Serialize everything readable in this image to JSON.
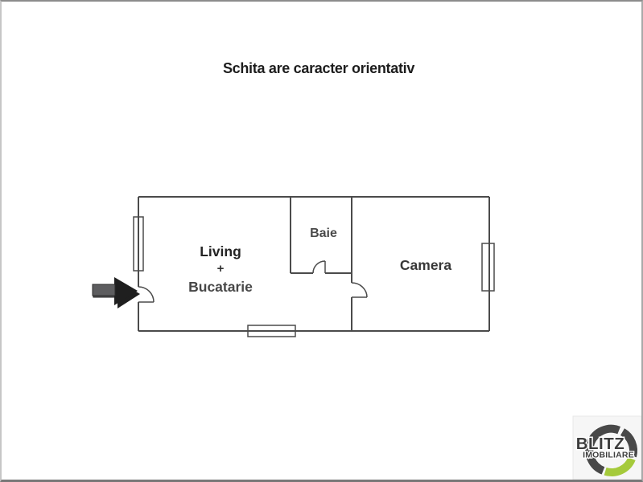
{
  "note": "Schita are caracter orientativ",
  "floor_plan": {
    "living": {
      "line1": "Living",
      "line2": "+",
      "line3": "Bucatarie"
    },
    "baie": {
      "label": "Baie"
    },
    "camera": {
      "label": "Camera"
    },
    "symbols": {
      "windows": [
        "left-wall-window",
        "right-wall-window",
        "bottom-wall-window"
      ],
      "doors": [
        "entrance-door",
        "baie-door",
        "camera-door"
      ],
      "entrance_marker": "entrance-arrow"
    }
  },
  "branding": {
    "name": "BLITZ",
    "tagline": "IMOBILIARE",
    "colors": {
      "ring_dark": "#484848",
      "ring_green": "#a5ca3b",
      "text": "#3d3d3d"
    }
  },
  "colors": {
    "wall": "#4b4b4b",
    "page_background": "#ffffff",
    "arrow_shaft": "#58585a",
    "arrow_head": "#1f1f1f",
    "title_text": "#1d1d1d"
  }
}
